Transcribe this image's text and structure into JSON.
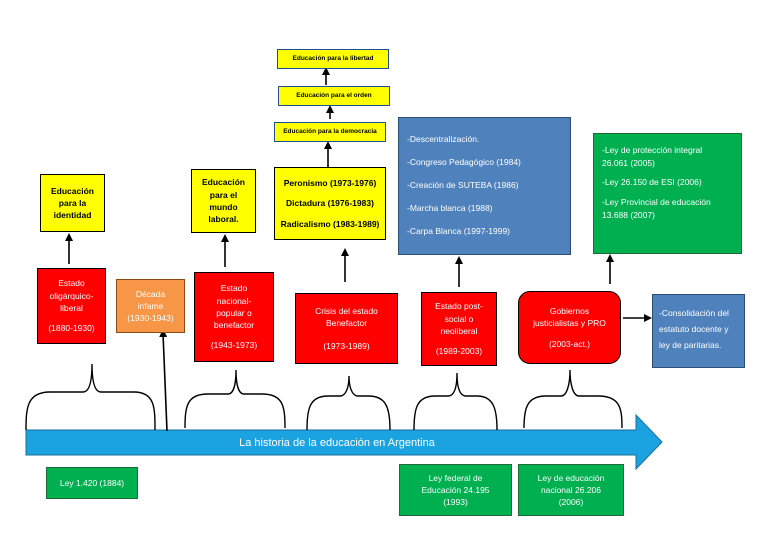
{
  "banner": "La historia de la educación en Argentina",
  "yellow_boxes": {
    "identidad": [
      "Educación",
      "para la",
      "identidad"
    ],
    "mundo_laboral": [
      "Educación",
      "para el",
      "mundo",
      "laboral."
    ],
    "periods": [
      "Peronismo (1973-1976)",
      "Dictadura (1976-1983)",
      "Radicalismo (1983-1989)"
    ],
    "democracia": "Educación para la democracia",
    "orden": "Educación para el orden",
    "libertad": "Educación para la libertad"
  },
  "red_boxes": {
    "oligarquico": [
      "Estado",
      "oligárquico-",
      "liberal",
      "(1880-1930)"
    ],
    "nacional_popular": [
      "Estado",
      "nacional-",
      "popular o",
      "benefactor",
      "(1943-1973)"
    ],
    "crisis": [
      "Crisis del estado",
      "Benefactor",
      "(1973-1989)"
    ],
    "post_social": [
      "Estado post-",
      "social o",
      "neoliberal",
      "(1989-2003)"
    ],
    "gobiernos": [
      "Gobiernos",
      "justicialistas y PRO",
      "(2003-act.)"
    ]
  },
  "orange_box": [
    "Década",
    "infame",
    "(1930-1943)"
  ],
  "blue_boxes": {
    "descentralizacion": [
      "-Descentralización.",
      "-Congreso Pedagógico (1984)",
      "-Creación de SUTEBA (1986)",
      "-Marcha blanca (1988)",
      "-Carpa Blanca (1997-1999)"
    ],
    "consolidacion": [
      "-Consolidación del",
      "estatuto docente y",
      "ley de paritarias."
    ]
  },
  "green_boxes": {
    "leyes": [
      "-Ley de protección integral",
      "26.061 (2005)",
      "-Ley 26.150 de ESI (2006)",
      "-Ley Provincial de educación",
      "13.688 (2007)"
    ],
    "ley_1420": "Ley 1.420 (1884)",
    "ley_federal": [
      "Ley federal de",
      "Educación 24.195",
      "(1993)"
    ],
    "ley_nacional": [
      "Ley de educación",
      "nacional 26.206",
      "(2006)"
    ]
  },
  "colors": {
    "banner": "#1aa3e0",
    "yellow": "#ffff00",
    "red": "#ff0000",
    "orange": "#f79646",
    "blue": "#4f81bd",
    "green": "#00b050"
  }
}
